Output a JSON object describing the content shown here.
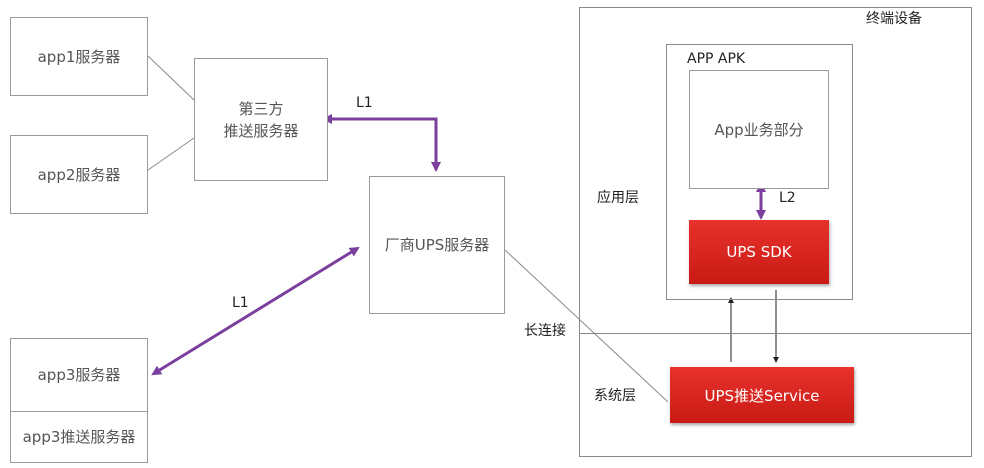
{
  "servers": {
    "app1": "app1服务器",
    "app2": "app2服务器",
    "app3": "app3服务器",
    "app3_push": "app3推送服务器",
    "third_party_line1": "第三方",
    "third_party_line2": "推送服务器",
    "vendor_ups": "厂商UPS服务器"
  },
  "device": {
    "title": "终端设备",
    "apk_title": "APP APK",
    "app_business": "App业务部分",
    "ups_sdk": "UPS SDK",
    "ups_service": "UPS推送Service",
    "app_layer": "应用层",
    "system_layer": "系统层"
  },
  "links": {
    "l1_top": "L1",
    "l1_bottom": "L1",
    "l2": "L2",
    "long_connection": "长连接"
  },
  "colors": {
    "accent_purple": "#7b3f9e",
    "brand_red": "#d9241d"
  }
}
